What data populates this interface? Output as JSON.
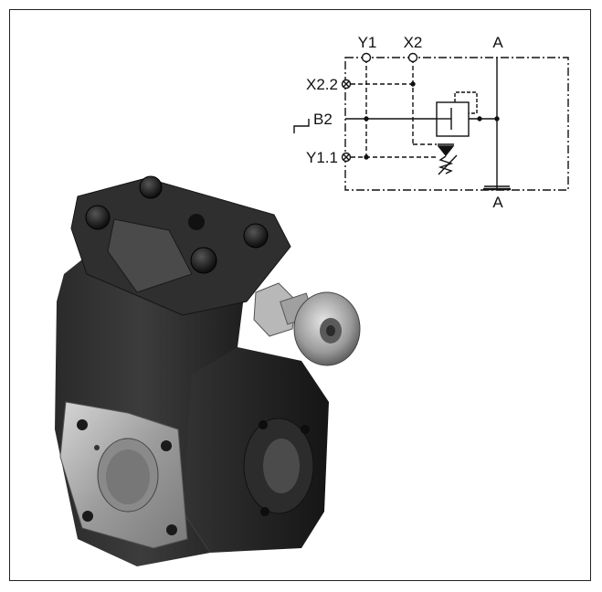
{
  "schematic": {
    "port_y1": "Y1",
    "port_x2": "X2",
    "port_a_top": "A",
    "port_x22": "X2.2",
    "port_b2": "B2",
    "port_y11": "Y1.1",
    "port_a_bottom": "A"
  },
  "photo": {
    "subject": "hydraulic valve"
  }
}
